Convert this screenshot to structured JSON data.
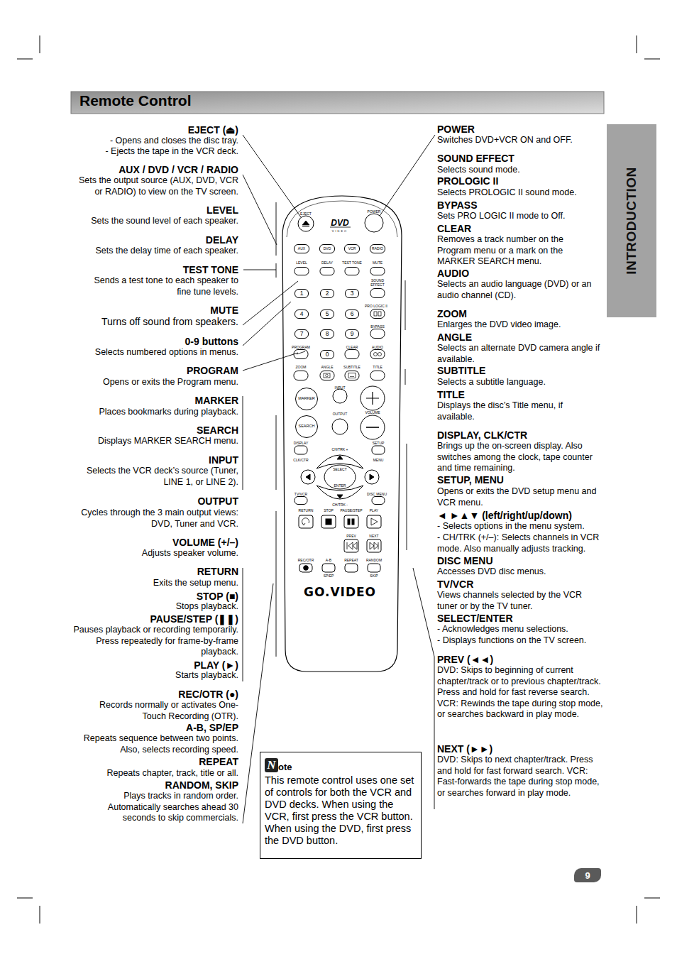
{
  "diagram": {
    "title": "Remote Control",
    "nodes": [
      {
        "text": [
          "AUX"
        ]
      },
      {
        "text": [
          "DVD"
        ]
      },
      {
        "text": [
          "VCR"
        ]
      },
      {
        "text": [
          "RADIO"
        ]
      },
      {
        "text": [
          "1"
        ]
      },
      {
        "text": [
          "2"
        ]
      },
      {
        "text": [
          "3"
        ]
      },
      {
        "text": [
          "4"
        ]
      },
      {
        "text": [
          "5"
        ]
      },
      {
        "text": [
          "6"
        ]
      },
      {
        "text": [
          "7"
        ]
      },
      {
        "text": [
          "8"
        ]
      },
      {
        "text": [
          "9"
        ]
      },
      {
        "text": [
          "0"
        ]
      },
      {
        "text": [
          "MARKER"
        ]
      },
      {
        "text": [
          "SEARCH"
        ]
      },
      {
        "text": [
          "N",
          "ote",
          "This remote control uses one set of controls for both the VCR and DVD decks. When using the VCR, first press the VCR button. When using the DVD, first press the DVD button."
        ]
      },
      {
        "text": [
          "INTRODUCTION"
        ]
      },
      {
        "text": [
          "9"
        ]
      }
    ],
    "labels": [
      "EJECT",
      "DVD",
      "VIDEO",
      "POWER",
      "LEVEL",
      "DELAY",
      "TEST TONE",
      "MUTE",
      "SOUND EFFECT",
      "PRO LOGIC II",
      "BYPASS",
      "PROGRAM",
      "CLEAR",
      "AUDIO",
      "ZOOM",
      "ANGLE",
      "SUBTITLE",
      "TITLE",
      "INPUT",
      "OUTPUT",
      "VOLUME",
      "DISPLAY",
      "SETUP",
      "CH/TRK +",
      "CLK/CTR",
      "MENU",
      "SELECT",
      "ENTER",
      "TV/VCR",
      "DISC MENU",
      "CH/TRK -",
      "RETURN",
      "STOP",
      "PAUSE/STEP",
      "PLAY",
      "PREV",
      "NEXT",
      "REC/OTR",
      "A-B",
      "REPEAT",
      "RANDOM",
      "SP/EP",
      "SKIP",
      "GO.VIDEO",
      "EJECT (⏏)",
      "- Opens and closes the disc tray.",
      "- Ejects the tape in the VCR deck.",
      "AUX / DVD / VCR / RADIO",
      "Sets the output source (AUX, DVD, VCR or RADIO) to view on the TV screen.",
      "LEVEL",
      "Sets the sound level of each speaker.",
      "DELAY",
      "Sets the delay time of each speaker.",
      "TEST TONE",
      "Sends a test tone to each speaker to fine tune levels.",
      "MUTE",
      "Turns off sound from speakers.",
      "0-9 buttons",
      "Selects numbered options in menus.",
      "PROGRAM",
      "Opens or exits the Program menu.",
      "MARKER",
      "Places bookmarks during playback.",
      "SEARCH",
      "Displays MARKER SEARCH menu.",
      "INPUT",
      "Selects the VCR deck’s source (Tuner, LINE 1, or LINE 2).",
      "OUTPUT",
      "Cycles through the 3 main output views: DVD, Tuner and VCR.",
      "VOLUME (+/–)",
      "Adjusts speaker volume.",
      "RETURN",
      "Exits the setup menu.",
      "STOP (■)",
      "Stops playback.",
      "PAUSE/STEP (❚❚)",
      "Pauses playback or recording temporarily. Press repeatedly for frame-by-frame playback.",
      "PLAY (►)",
      "Starts playback.",
      "REC/OTR (●)",
      "Records normally or activates One-Touch Recording (OTR).",
      "A-B, SP/EP",
      "Repeats sequence between two points. Also, selects recording speed.",
      "REPEAT",
      "Repeats chapter, track, title or all.",
      "RANDOM, SKIP",
      "Plays tracks in random order. Automatically searches ahead 30 seconds to skip commercials.",
      "POWER",
      "Switches DVD+VCR ON and OFF.",
      "SOUND EFFECT",
      "Selects sound mode.",
      "PROLOGIC II",
      "Selects PROLOGIC II sound mode.",
      "BYPASS",
      "Sets PRO LOGIC II mode to Off.",
      "CLEAR",
      "Removes a track number on the Program menu or a mark on the MARKER SEARCH menu.",
      "AUDIO",
      "Selects an audio language (DVD) or an audio channel (CD).",
      "ZOOM",
      "Enlarges the DVD video image.",
      "ANGLE",
      "Selects an alternate DVD camera angle if available.",
      "SUBTITLE",
      "Selects a subtitle language.",
      "TITLE",
      "Displays the disc’s Title menu, if available.",
      "DISPLAY, CLK/CTR",
      "Brings up the on-screen display. Also switches among the clock, tape counter and time remaining.",
      "SETUP, MENU",
      "Opens or exits the DVD setup menu and VCR menu.",
      "◄ ►▲▼ (left/right/up/down)",
      "- Selects options in the menu system.",
      "- CH/TRK (+/–): Selects channels in VCR mode. Also manually adjusts tracking.",
      "DISC MENU",
      "Accesses DVD disc menus.",
      "TV/VCR",
      "Views channels selected by the VCR tuner or by the TV tuner.",
      "SELECT/ENTER",
      "- Acknowledges menu selections.",
      "- Displays functions on the TV screen.",
      "PREV (◄◄)",
      "DVD: Skips to beginning of current chapter/track or to previous chapter/track. Press and hold for fast reverse search. VCR: Rewinds the tape during stop mode, or searches backward in play mode.",
      "NEXT (►►)",
      "DVD: Skips to next chapter/track. Press and hold for fast forward search. VCR: Fast-forwards the tape during stop mode, or searches forward in play mode."
    ]
  }
}
